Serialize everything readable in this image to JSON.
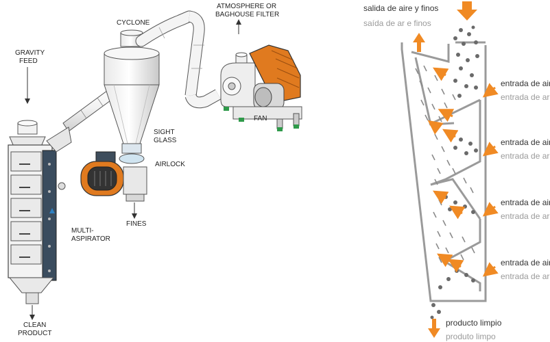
{
  "system": {
    "labels": {
      "gravity_feed_1": "GRAVITY",
      "gravity_feed_2": "FEED",
      "cyclone": "CYCLONE",
      "atmosphere_1": "ATMOSPHERE OR",
      "atmosphere_2": "BAGHOUSE FILTER",
      "sight_glass_1": "SIGHT",
      "sight_glass_2": "GLASS",
      "airlock": "AIRLOCK",
      "fan": "FAN",
      "fines": "FINES",
      "multi_aspirator_1": "MULTI-",
      "multi_aspirator_2": "ASPIRATOR",
      "clean_product_1": "CLEAN",
      "clean_product_2": "PRODUCT"
    }
  },
  "aspirator": {
    "air_out_es": "salida de aire y finos",
    "air_out_pt": "saída de ar e finos",
    "air_in_es": "entrada de aire",
    "air_in_pt": "entrada de ar",
    "product_es": "producto limpio",
    "product_pt": "produto limpo"
  },
  "colors": {
    "accent_orange": "#f08a24",
    "equipment_orange": "#e07a1f",
    "outline_gray": "#9a9a9a",
    "text_dark": "#222222",
    "text_gray": "#9a9a9a"
  }
}
